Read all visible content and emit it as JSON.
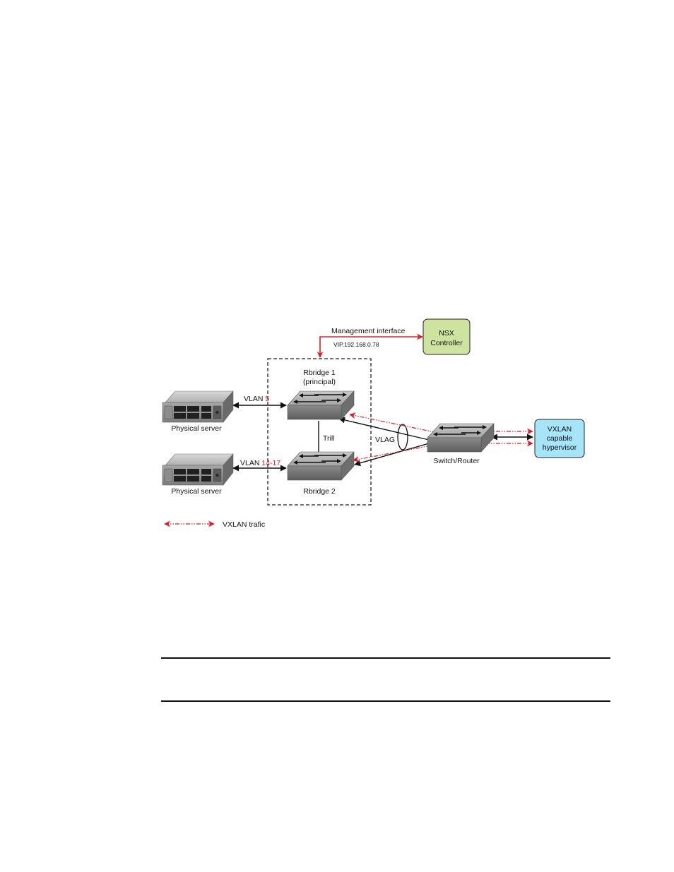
{
  "management": {
    "label": "Management interface",
    "vip": "VIP.192.168.0.78"
  },
  "nsx_controller": {
    "line1": "NSX",
    "line2": "Controller",
    "fill_color": "#cfe3a0"
  },
  "rbridge1": {
    "line1": "Rbridge 1",
    "line2": "(principal)"
  },
  "rbridge2": {
    "label": "Rbridge 2"
  },
  "trill_label": "Trill",
  "vlag_label": "VLAG",
  "servers": [
    {
      "label": "Physical server",
      "vlan_prefix": "VLAN ",
      "vlan_id": "5"
    },
    {
      "label": "Physical server",
      "vlan_prefix": "VLAN ",
      "vlan_id": "14-17"
    }
  ],
  "switch_router": {
    "label": "Switch/Router"
  },
  "hypervisor": {
    "line1": "VXLAN",
    "line2": "capable",
    "line3": "hypervisor",
    "fill_color": "#a6e4f7"
  },
  "legend": {
    "label": "VXLAN trafic",
    "color": "#e31b23"
  },
  "colors": {
    "vlan_highlight": "#e31b23",
    "management_link": "#e31b23"
  }
}
